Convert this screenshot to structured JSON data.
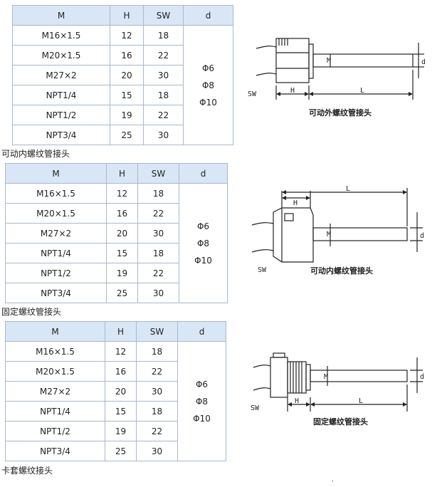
{
  "headers": [
    "M",
    "H",
    "SW",
    "d"
  ],
  "rows": [
    {
      "M": "M16×1.5",
      "H": "12",
      "SW": "18"
    },
    {
      "M": "M20×1.5",
      "H": "16",
      "SW": "22"
    },
    {
      "M": "M27×2",
      "H": "20",
      "SW": "30"
    },
    {
      "M": "NPT1/4",
      "H": "15",
      "SW": "18"
    },
    {
      "M": "NPT1/2",
      "H": "19",
      "SW": "22"
    },
    {
      "M": "NPT3/4",
      "H": "25",
      "SW": "30"
    }
  ],
  "d_values": [
    "Φ6",
    "Φ8",
    "Φ10"
  ],
  "captions": {
    "after_table_1": "可动内螺纹管接头",
    "after_table_2": "固定螺纹管接头",
    "after_table_3": "卡套螺纹接头"
  },
  "diagrams": {
    "d1": {
      "title": "可动外螺纹管接头",
      "sw": "SW",
      "h": "H",
      "l": "L",
      "m": "M",
      "d": "d"
    },
    "d2": {
      "title": "可动内螺纹管接头",
      "sw": "SW",
      "h": "H",
      "l": "L",
      "m": "M",
      "d": "d"
    },
    "d3": {
      "title": "固定螺纹管接头",
      "sw": "SW",
      "h": "H",
      "l": "L",
      "m": "M",
      "d": "d"
    }
  },
  "footer_mark": "'"
}
